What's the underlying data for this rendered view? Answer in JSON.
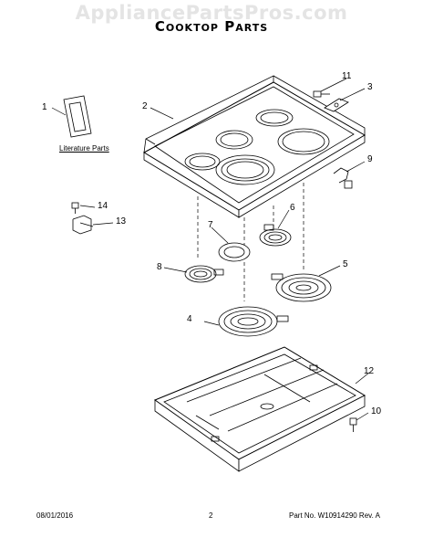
{
  "watermark": "AppliancePartsPros.com",
  "title": "Cooktop Parts",
  "literature_label": "Literature Parts",
  "callouts": [
    "1",
    "2",
    "3",
    "4",
    "5",
    "6",
    "7",
    "8",
    "9",
    "10",
    "11",
    "12",
    "13",
    "14"
  ],
  "footer": {
    "date": "08/01/2016",
    "page": "2",
    "part_number": "Part No. W10914290  Rev. A"
  }
}
